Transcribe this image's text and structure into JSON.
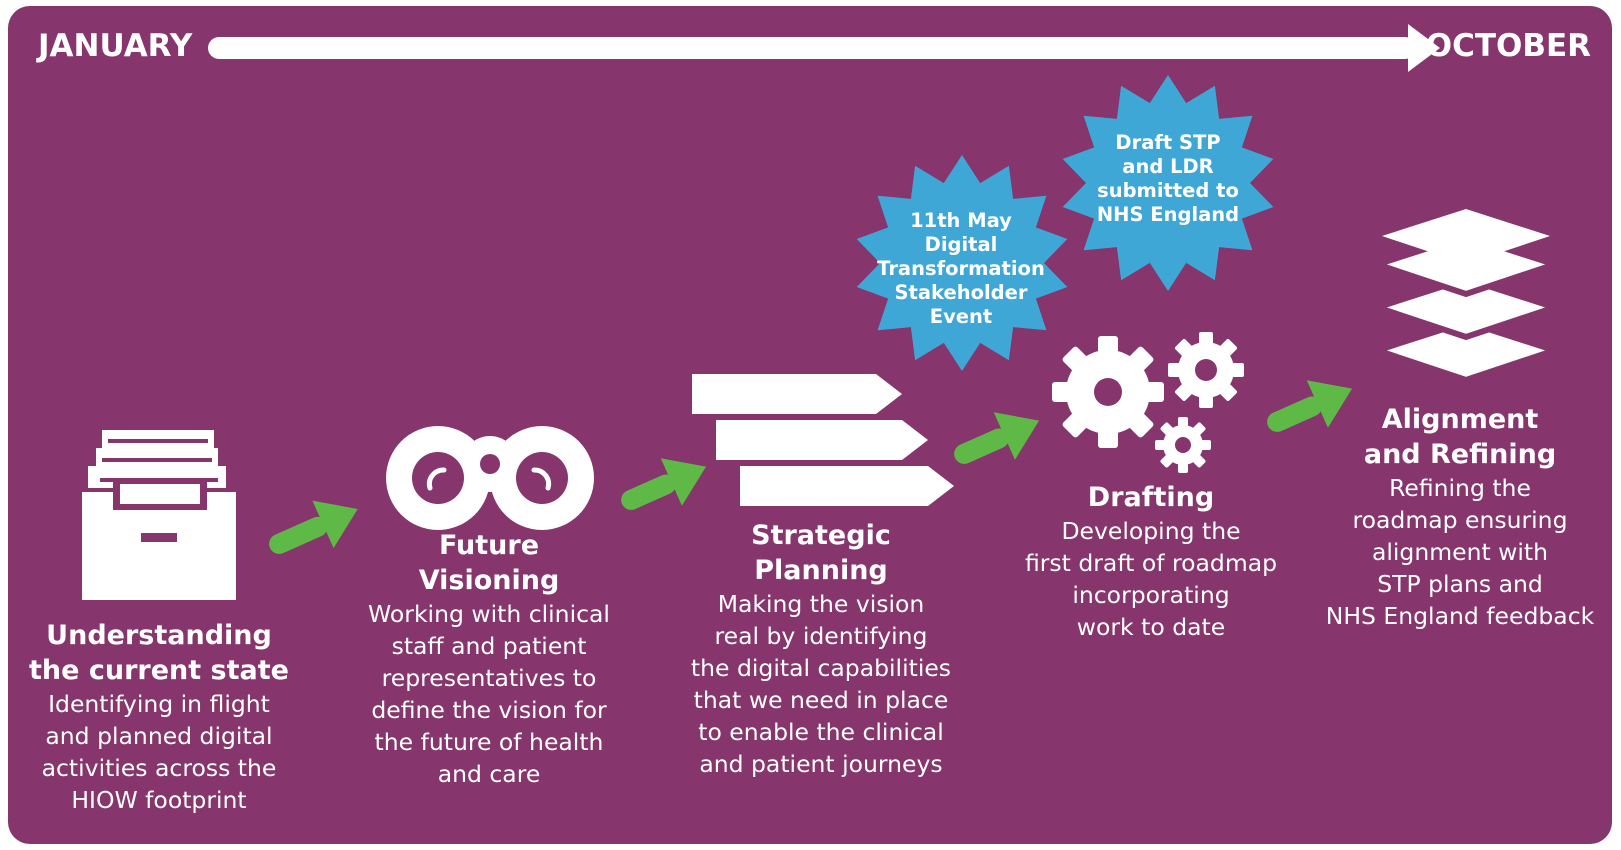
{
  "timeline": {
    "start_label": "JANUARY",
    "end_label": "OCTOBER"
  },
  "colors": {
    "background": "#86356d",
    "arrow_green": "#5fb946",
    "burst_blue": "#3fa7d6",
    "text": "#ffffff"
  },
  "stages": [
    {
      "icon": "archive-box-icon",
      "title_line1": "Understanding",
      "title_line2": "the current state",
      "desc": [
        "Identifying in flight",
        "and planned digital",
        "activities across the",
        "HIOW footprint"
      ]
    },
    {
      "icon": "binoculars-icon",
      "title_line1": "Future",
      "title_line2": "Visioning",
      "desc": [
        "Working with clinical",
        "staff and patient",
        "representatives to",
        "define the vision for",
        "the future of health",
        "and care"
      ]
    },
    {
      "icon": "signpost-icon",
      "title_line1": "Strategic",
      "title_line2": "Planning",
      "desc": [
        "Making the vision",
        "real by identifying",
        "the digital capabilities",
        "that we need in place",
        "to enable the clinical",
        "and patient journeys"
      ]
    },
    {
      "icon": "gears-icon",
      "title_line1": "Drafting",
      "desc": [
        "Developing the",
        "first draft of roadmap",
        "incorporating",
        "work to date"
      ]
    },
    {
      "icon": "layers-icon",
      "title_line1": "Alignment",
      "title_line2": "and Refining",
      "desc": [
        "Refining the",
        "roadmap ensuring",
        "alignment with",
        "STP plans and",
        "NHS England feedback"
      ]
    }
  ],
  "milestones": [
    {
      "lines": [
        "11th May",
        "Digital",
        "Transformation",
        "Stakeholder",
        "Event"
      ]
    },
    {
      "lines": [
        "Draft STP",
        "and LDR",
        "submitted to",
        "NHS England"
      ]
    }
  ]
}
